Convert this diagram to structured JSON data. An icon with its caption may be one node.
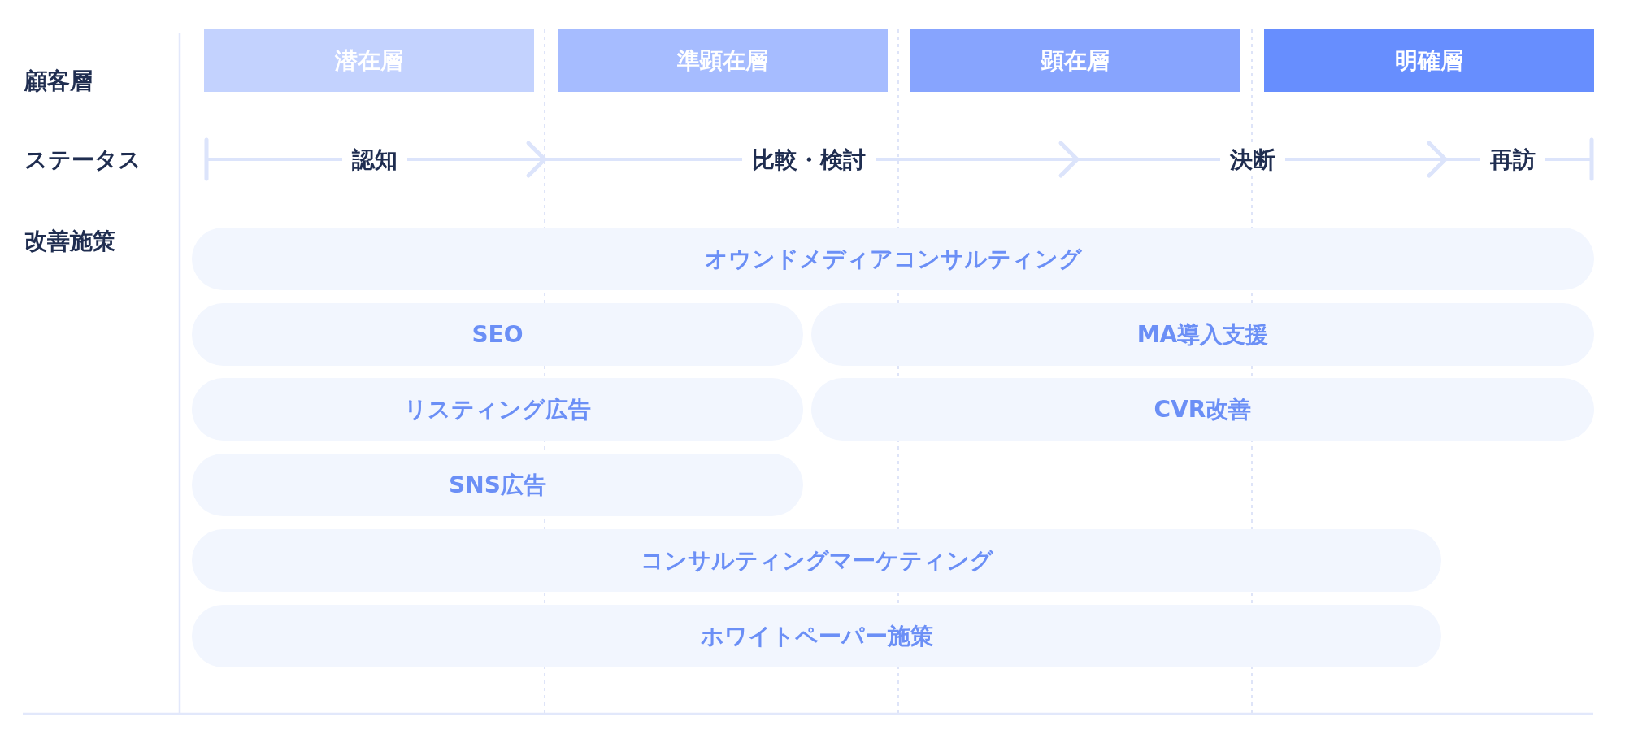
{
  "diagram": {
    "nodes": [
      {
        "text": [
          "潜在層"
        ]
      },
      {
        "text": [
          "準顕在層"
        ]
      },
      {
        "text": [
          "顕在層"
        ]
      },
      {
        "text": [
          "明確層"
        ]
      },
      {
        "text": [
          "オウンドメディアコンサルティング"
        ]
      },
      {
        "text": [
          "SEO"
        ]
      },
      {
        "text": [
          "MA導入支援"
        ]
      },
      {
        "text": [
          "リスティング広告"
        ]
      },
      {
        "text": [
          "CVR改善"
        ]
      },
      {
        "text": [
          "SNS広告"
        ]
      },
      {
        "text": [
          "コンサルティングマーケティング"
        ]
      },
      {
        "text": [
          "ホワイトペーパー施策"
        ]
      }
    ],
    "labels": [
      "顧客層",
      "ステータス",
      "認知",
      "比較・検討",
      "決断",
      "再訪",
      "改善施策"
    ]
  }
}
